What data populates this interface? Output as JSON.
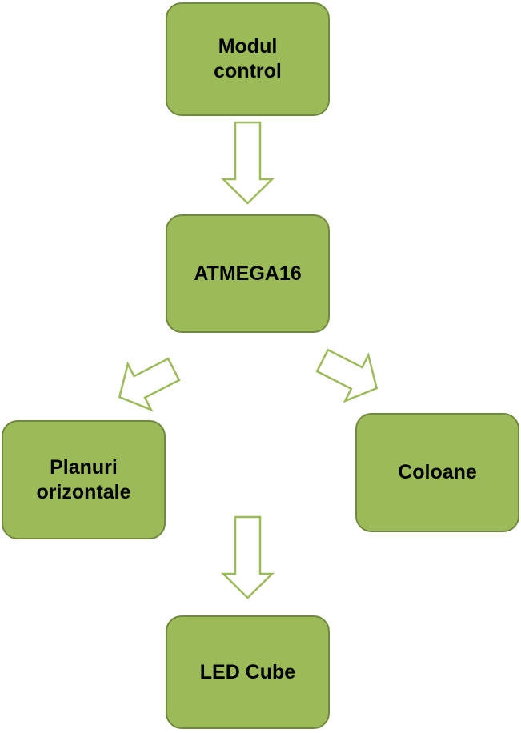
{
  "diagram": {
    "nodes": [
      {
        "id": "modul",
        "label": "Modul\ncontrol"
      },
      {
        "id": "atmega",
        "label": "ATMEGA16"
      },
      {
        "id": "planuri",
        "label": "Planuri\norizontale"
      },
      {
        "id": "coloane",
        "label": "Coloane"
      },
      {
        "id": "led",
        "label": "LED Cube"
      }
    ],
    "edges": [
      {
        "from": "modul",
        "to": "atmega"
      },
      {
        "from": "atmega",
        "to": "planuri"
      },
      {
        "from": "atmega",
        "to": "coloane"
      },
      {
        "from": "planuri",
        "to": "led"
      }
    ],
    "colors": {
      "node_fill": "#9bbb59",
      "node_border": "#71893f",
      "arrow_outline": "#9bbb59",
      "arrow_fill": "#ffffff"
    }
  }
}
